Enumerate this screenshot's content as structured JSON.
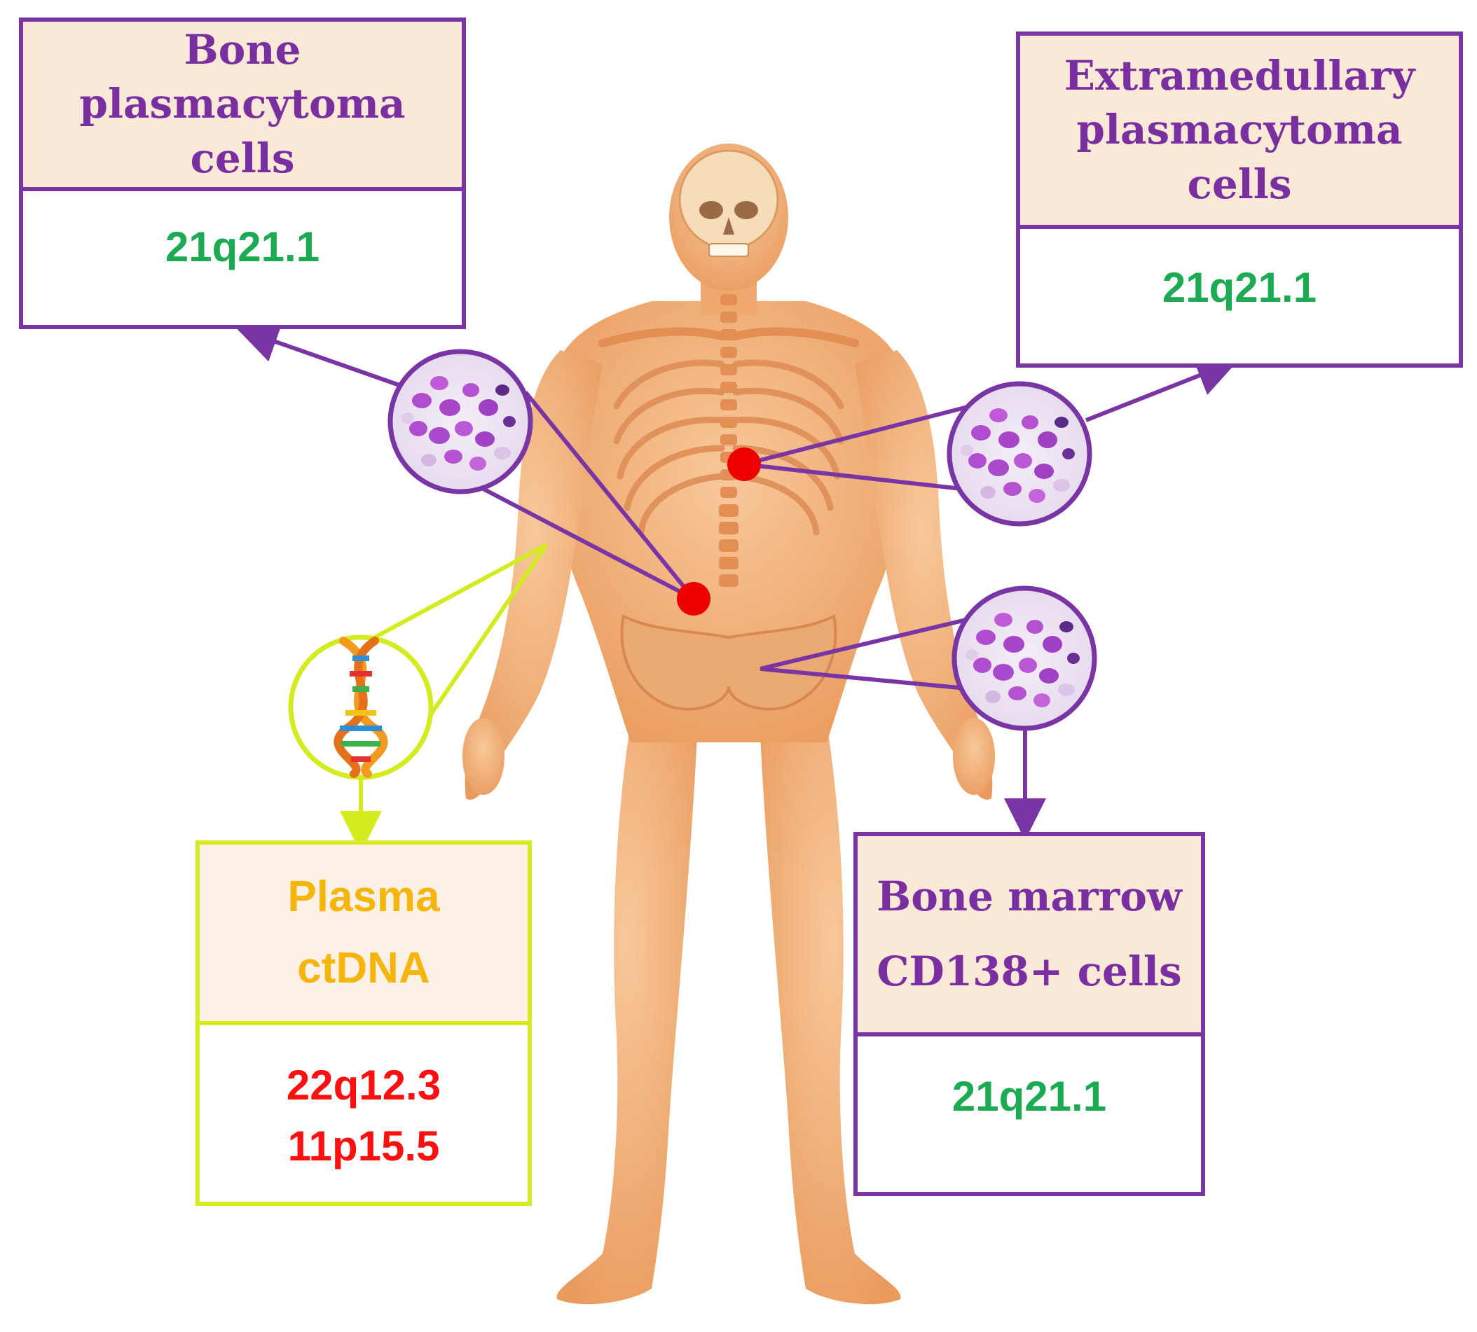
{
  "boxes": {
    "bone_plasmacytoma": {
      "title_lines": [
        "Bone",
        "plasmacytoma",
        "cells"
      ],
      "loci": [
        "21q21.1"
      ]
    },
    "extramedullary_plasmacytoma": {
      "title_lines": [
        "Extramedullary",
        "plasmacytoma",
        "cells"
      ],
      "loci": [
        "21q21.1"
      ]
    },
    "plasma_ctdna": {
      "title_lines": [
        "Plasma",
        "ctDNA"
      ],
      "loci": [
        "22q12.3",
        "11p15.5"
      ]
    },
    "bone_marrow": {
      "title_lines": [
        "Bone marrow",
        "CD138+ cells"
      ],
      "loci": [
        "21q21.1"
      ]
    }
  },
  "colors": {
    "purple_accent": "#7a35a5",
    "lime_accent": "#d4ec1f",
    "locus_green": "#1caa52",
    "locus_red": "#ff1010",
    "ctdna_title": "#f4b50c",
    "header_fill": "#fbe9d8",
    "lesion_dot": "#ee0000",
    "skin": "#f2b07a"
  },
  "icons": {
    "body": "human-skeleton-figure",
    "cells": "plasma-cell-microscopy",
    "dna": "dna-double-helix",
    "lesion": "lesion-dot"
  }
}
